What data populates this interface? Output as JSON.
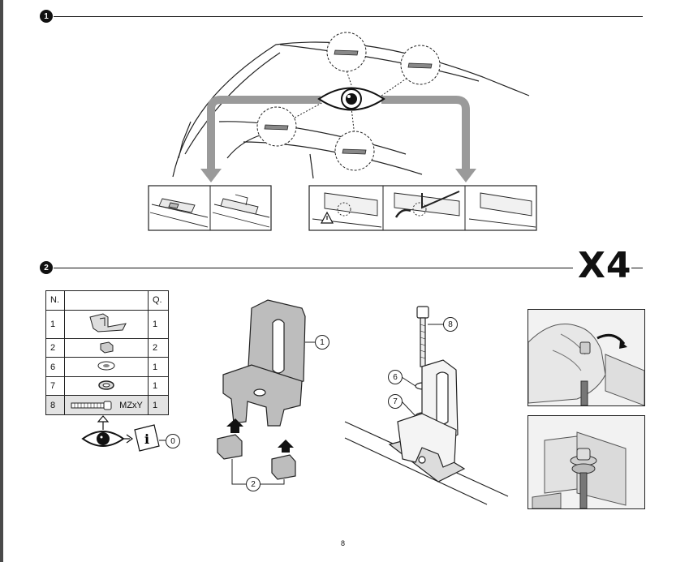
{
  "step1": {
    "badge": "1"
  },
  "step2": {
    "badge": "2",
    "multiplier": "X4",
    "parts_table": {
      "headers": [
        "N.",
        "",
        "Q."
      ],
      "rows": [
        {
          "n": "1",
          "item": "bracket-icon",
          "q": "1"
        },
        {
          "n": "2",
          "item": "rubber-block-icon",
          "q": "2"
        },
        {
          "n": "6",
          "item": "washer-icon",
          "q": "1"
        },
        {
          "n": "7",
          "item": "spring-washer-icon",
          "q": "1"
        },
        {
          "n": "8",
          "item": "bolt-icon",
          "label": "MZxY",
          "q": "1"
        }
      ]
    },
    "info_ref": "0",
    "callouts": {
      "bracket": "1",
      "blocks": "2",
      "bolt": "8",
      "washer": "6",
      "spring_washer": "7"
    }
  },
  "page_number": "8"
}
